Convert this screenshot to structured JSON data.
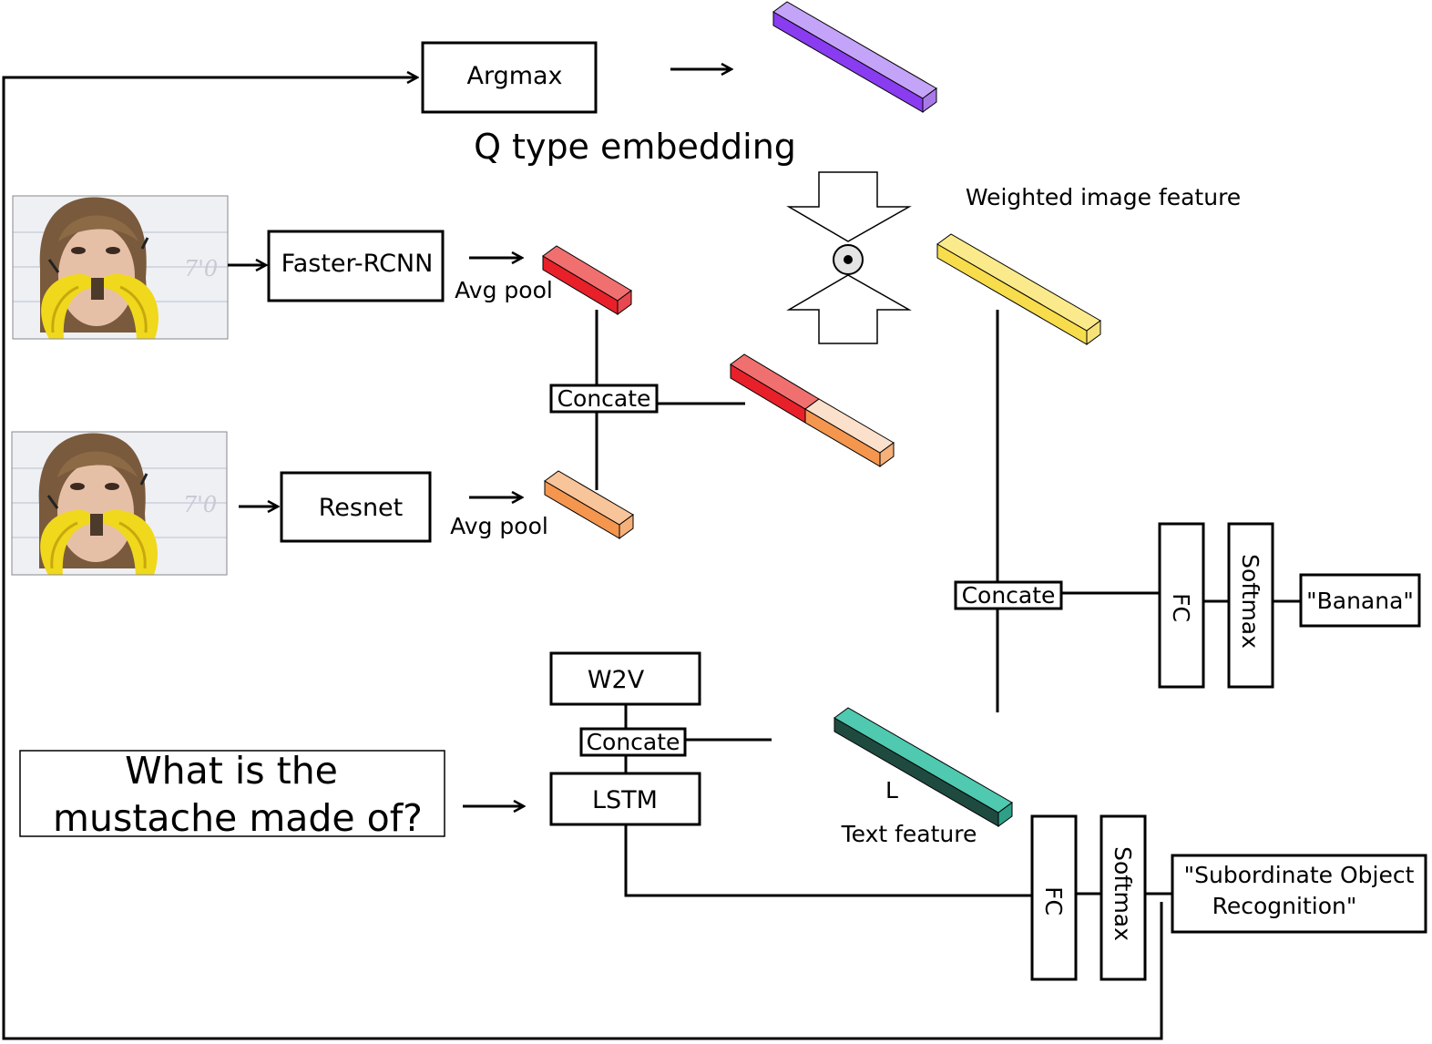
{
  "colors": {
    "q_embedding": "#9b5cf0",
    "rcnn_feature": "#e8202a",
    "resnet_feature": "#f4964e",
    "weighted_feature": "#f7dc4c",
    "text_feature": "#4fc9b0",
    "text_feature_dark": "#1f4a40",
    "banana_yellow": "#f0d81c"
  },
  "icons": {
    "hadamard": "circle-dot-icon",
    "arrow": "arrow-right-icon"
  },
  "labels": {
    "argmax": "Argmax",
    "q_type_embedding": "Q type embedding",
    "weighted_image_feature": "Weighted image feature",
    "faster_rcnn": "Faster-RCNN",
    "resnet": "Resnet",
    "avg_pool_top": "Avg pool",
    "avg_pool_bottom": "Avg pool",
    "concate_image": "Concate",
    "concate_main": "Concate",
    "concate_text": "Concate",
    "fc_top": "FC",
    "softmax_top": "Softmax",
    "answer": "\"Banana\"",
    "w2v": "W2V",
    "lstm": "LSTM",
    "question_line1": "What is the",
    "question_line2": "mustache made of?",
    "l_marker": "L",
    "text_feature": "Text feature",
    "fc_bottom": "FC",
    "softmax_bottom": "Softmax",
    "qtype_line1": "\"Subordinate Object",
    "qtype_line2": "Recognition\""
  },
  "images": {
    "top_photo": "photo-woman-banana-mustache",
    "bottom_photo": "photo-woman-banana-mustache"
  }
}
